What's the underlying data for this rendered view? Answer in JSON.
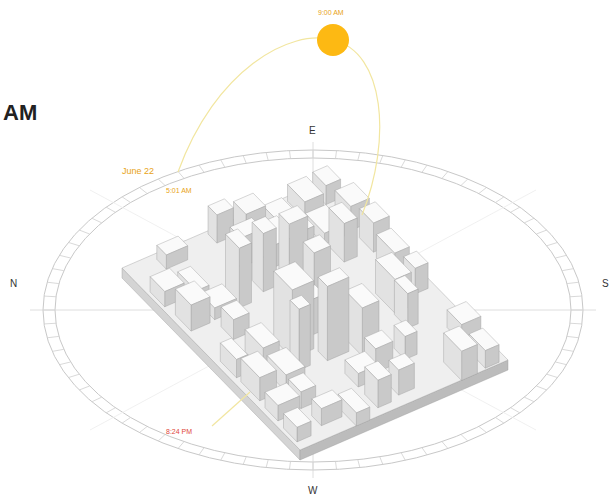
{
  "diagram": {
    "labels": [
      "AM",
      "9:00 AM",
      "June 22",
      "5:01 AM",
      "8:24 PM",
      "E",
      "N",
      "S",
      "W"
    ]
  }
}
